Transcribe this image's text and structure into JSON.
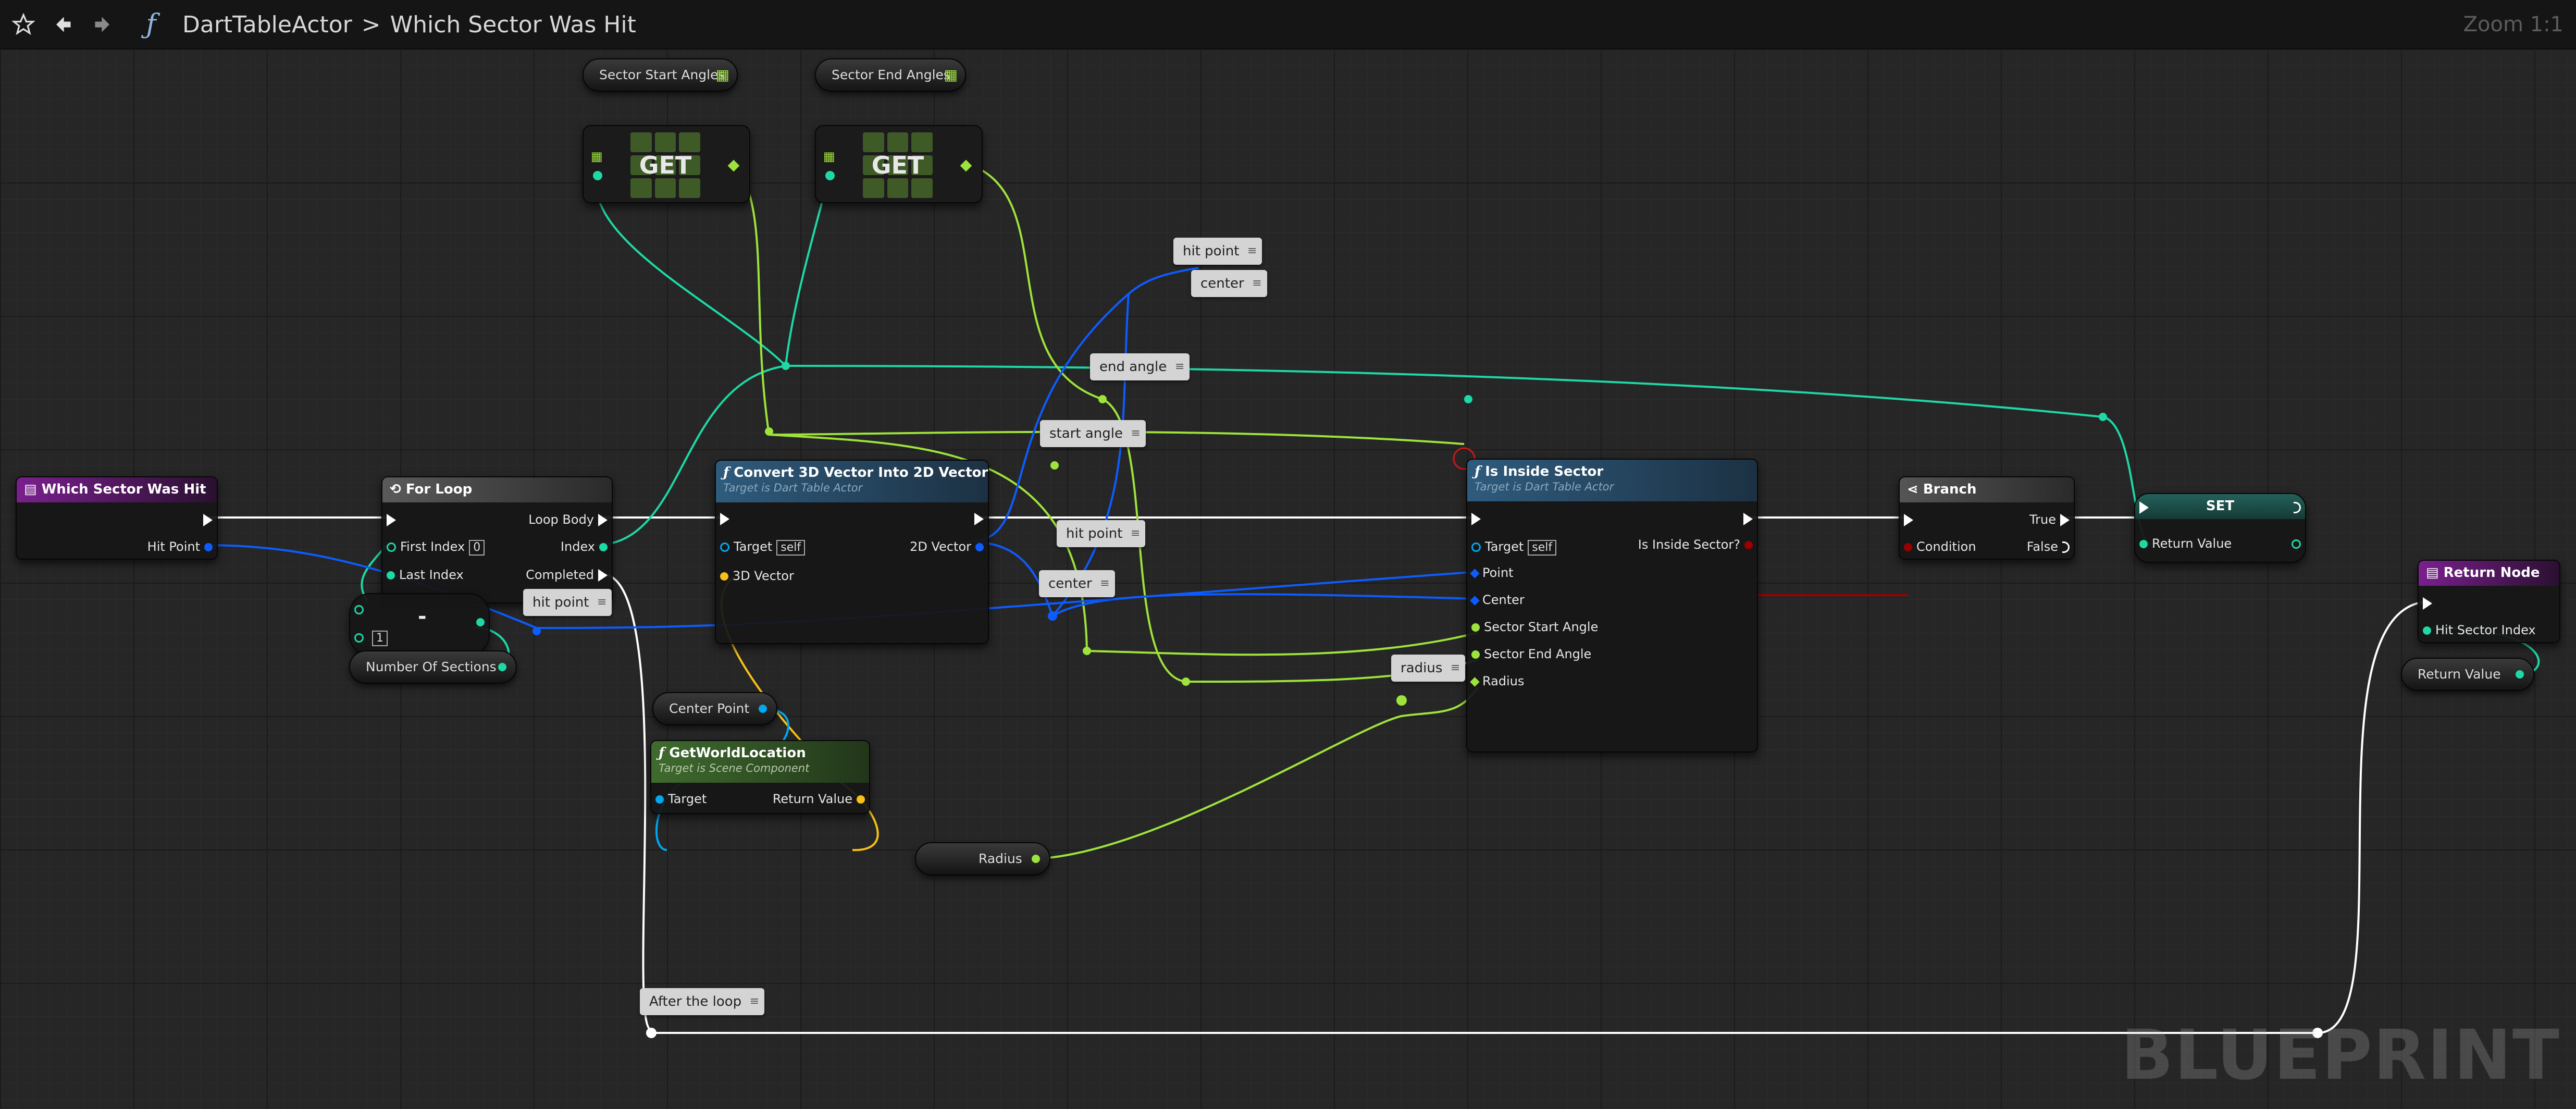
{
  "toolbar": {
    "star_icon": "star-icon",
    "back_icon": "back-arrow-icon",
    "forward_icon": "forward-arrow-icon",
    "function_icon": "function-icon",
    "breadcrumb_class": "DartTableActor",
    "breadcrumb_sep": ">",
    "breadcrumb_function": "Which Sector Was Hit",
    "zoom": "Zoom 1:1"
  },
  "watermark": "BLUEPRINT",
  "colors": {
    "exec": "#ffffff",
    "integer": "#1ed8a6",
    "vector": "#f5c018",
    "vector2d": "#0d5cff",
    "float": "#9ee33b",
    "bool": "#9b0000",
    "object": "#00a8f0",
    "header_function_entry": "#7a1f8e",
    "header_function": "#2f5b7d",
    "header_pure": "#3f6b2e",
    "header_macro": "#555555"
  },
  "nodes": {
    "entry": {
      "title": "Which Sector Was Hit",
      "hit_point": "Hit Point"
    },
    "for_loop": {
      "title": "For Loop",
      "first_index": "First Index",
      "first_index_value": "0",
      "last_index": "Last Index",
      "loop_body": "Loop Body",
      "index": "Index",
      "completed": "Completed"
    },
    "subtract": {
      "op": "-",
      "value": "1"
    },
    "num_sections": {
      "label": "Number Of Sections"
    },
    "convert": {
      "title": "Convert 3D Vector Into 2D Vector",
      "subtitle": "Target is Dart Table Actor",
      "target": "Target",
      "self": "self",
      "vector3d": "3D Vector",
      "vector2d": "2D Vector"
    },
    "center_point": {
      "label": "Center Point"
    },
    "get_world_location": {
      "title": "GetWorldLocation",
      "subtitle": "Target is Scene Component",
      "target": "Target",
      "return_value": "Return Value"
    },
    "radius_var": {
      "label": "Radius"
    },
    "sector_start_angles": {
      "label": "Sector Start Angles"
    },
    "sector_end_angles": {
      "label": "Sector End Angles"
    },
    "get1": {
      "label": "GET"
    },
    "get2": {
      "label": "GET"
    },
    "is_inside": {
      "title": "Is Inside Sector",
      "subtitle": "Target is Dart Table Actor",
      "target": "Target",
      "self": "self",
      "point": "Point",
      "center": "Center",
      "start": "Sector Start Angle",
      "end": "Sector End Angle",
      "radius": "Radius",
      "result": "Is Inside Sector?"
    },
    "branch": {
      "title": "Branch",
      "condition": "Condition",
      "true": "True",
      "false": "False"
    },
    "set": {
      "title": "SET",
      "return_value": "Return Value"
    },
    "return_node": {
      "title": "Return Node",
      "hit_sector_index": "Hit Sector Index"
    },
    "return_value_var": {
      "label": "Return Value"
    }
  },
  "reroutes": {
    "hit_point_top": "hit point",
    "center_top": "center",
    "end_angle": "end angle",
    "start_angle": "start angle",
    "hit_point_mid": "hit point",
    "center_mid": "center",
    "radius": "radius",
    "hit_point_left": "hit point",
    "after_loop": "After the loop"
  }
}
